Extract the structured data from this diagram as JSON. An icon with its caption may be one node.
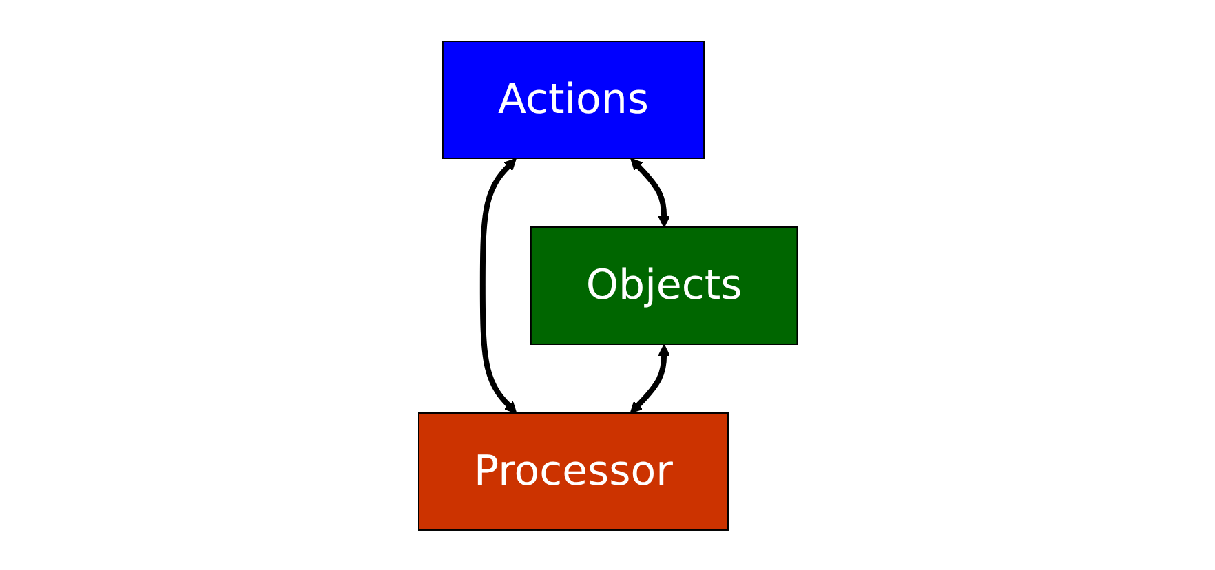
{
  "diagram": {
    "nodes": [
      {
        "text": [
          "Actions"
        ]
      },
      {
        "text": [
          "Objects"
        ]
      },
      {
        "text": [
          "Processor"
        ]
      }
    ],
    "edges": [
      {
        "from": 0,
        "to": 1,
        "arrow": "both"
      },
      {
        "from": 0,
        "to": 2,
        "arrow": "both"
      },
      {
        "from": 1,
        "to": 2,
        "arrow": "both"
      }
    ]
  }
}
